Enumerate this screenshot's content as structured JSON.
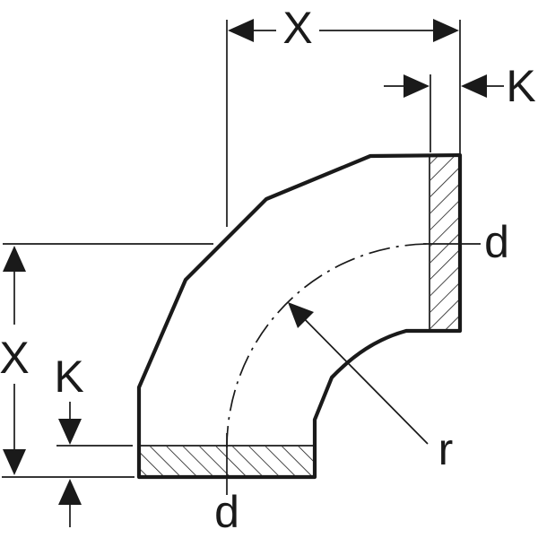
{
  "figure": {
    "type": "technical-diagram",
    "subject": "90-degree pipe bend (elbow) with two socket ends, section view",
    "background_color": "#ffffff",
    "ink_color": "#1a1a1a",
    "labels": {
      "dim_x_top": "X",
      "dim_k_top": "K",
      "dim_d_right": "d",
      "dim_x_left": "X",
      "dim_k_left": "K",
      "dim_d_bottom": "d",
      "dim_r": "r"
    },
    "annotations": [
      "X: offset from right end face to bottom port axis (top dimension)",
      "X: offset from bottom end face to right port axis (left dimension)",
      "K: socket insertion depth (shown top-right and bottom-left)",
      "d: pipe diameter at right and bottom ports",
      "r: bend radius of the dash-dot centerline arc"
    ]
  }
}
